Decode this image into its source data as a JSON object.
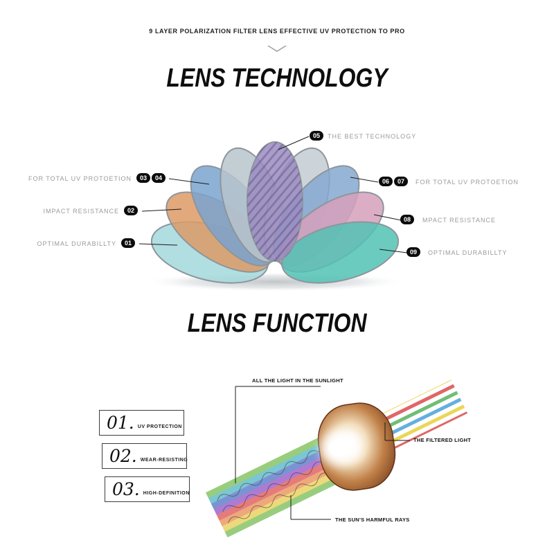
{
  "header": {
    "tagline": "9 LAYER POLARIZATION FILTER LENS EFFECTIVE UV PROTECTION TO PRO",
    "title": "LENS TECHNOLOGY"
  },
  "lens_fan": {
    "petal_colors": [
      "#a3d8dc",
      "#dd9a66",
      "#7aa3cf",
      "#b9c4cc",
      "#9b8cc0",
      "#c4ccd2",
      "#85a8d0",
      "#d6a0bc",
      "#52c2b4"
    ],
    "callout_top": {
      "number": "05",
      "label": "THE BEST TECHNOLOGY"
    },
    "callouts_left": [
      {
        "numbers": [
          "03",
          "04"
        ],
        "label": "FOR TOTAL UV PROTOETION"
      },
      {
        "numbers": [
          "02"
        ],
        "label": "IMPACT RESISTANCE"
      },
      {
        "numbers": [
          "01"
        ],
        "label": "OPTIMAL DURABILLTY"
      }
    ],
    "callouts_right": [
      {
        "numbers": [
          "06",
          "07"
        ],
        "label": "FOR TOTAL UV PROTOETION"
      },
      {
        "numbers": [
          "08"
        ],
        "label": "MPACT RESISTANCE"
      },
      {
        "numbers": [
          "09"
        ],
        "label": "OPTIMAL DURABILLTY"
      }
    ]
  },
  "function_section": {
    "title": "LENS FUNCTION",
    "features": [
      {
        "number": "01.",
        "label": "UV PROTECTION"
      },
      {
        "number": "02.",
        "label": "WEAR-RESISTING"
      },
      {
        "number": "03.",
        "label": "HIGH-DEFINITION"
      }
    ],
    "diagram": {
      "all_light_label": "ALL THE LIGHT IN THE SUNLIGHT",
      "filtered_light_label": "THE FILTERED LIGHT",
      "harmful_rays_label": "THE SUN'S HARMFUL RAYS",
      "lens_color": "#8a4f28",
      "rainbow_colors": [
        "#e05a5a",
        "#e8935a",
        "#e8d05a",
        "#7ec05e",
        "#5ab8c8",
        "#5a78c8",
        "#9a5ac8"
      ],
      "filtered_colors": [
        "#58a8dc",
        "#e8d44a",
        "#dc5a5a",
        "#62b86a"
      ]
    }
  }
}
